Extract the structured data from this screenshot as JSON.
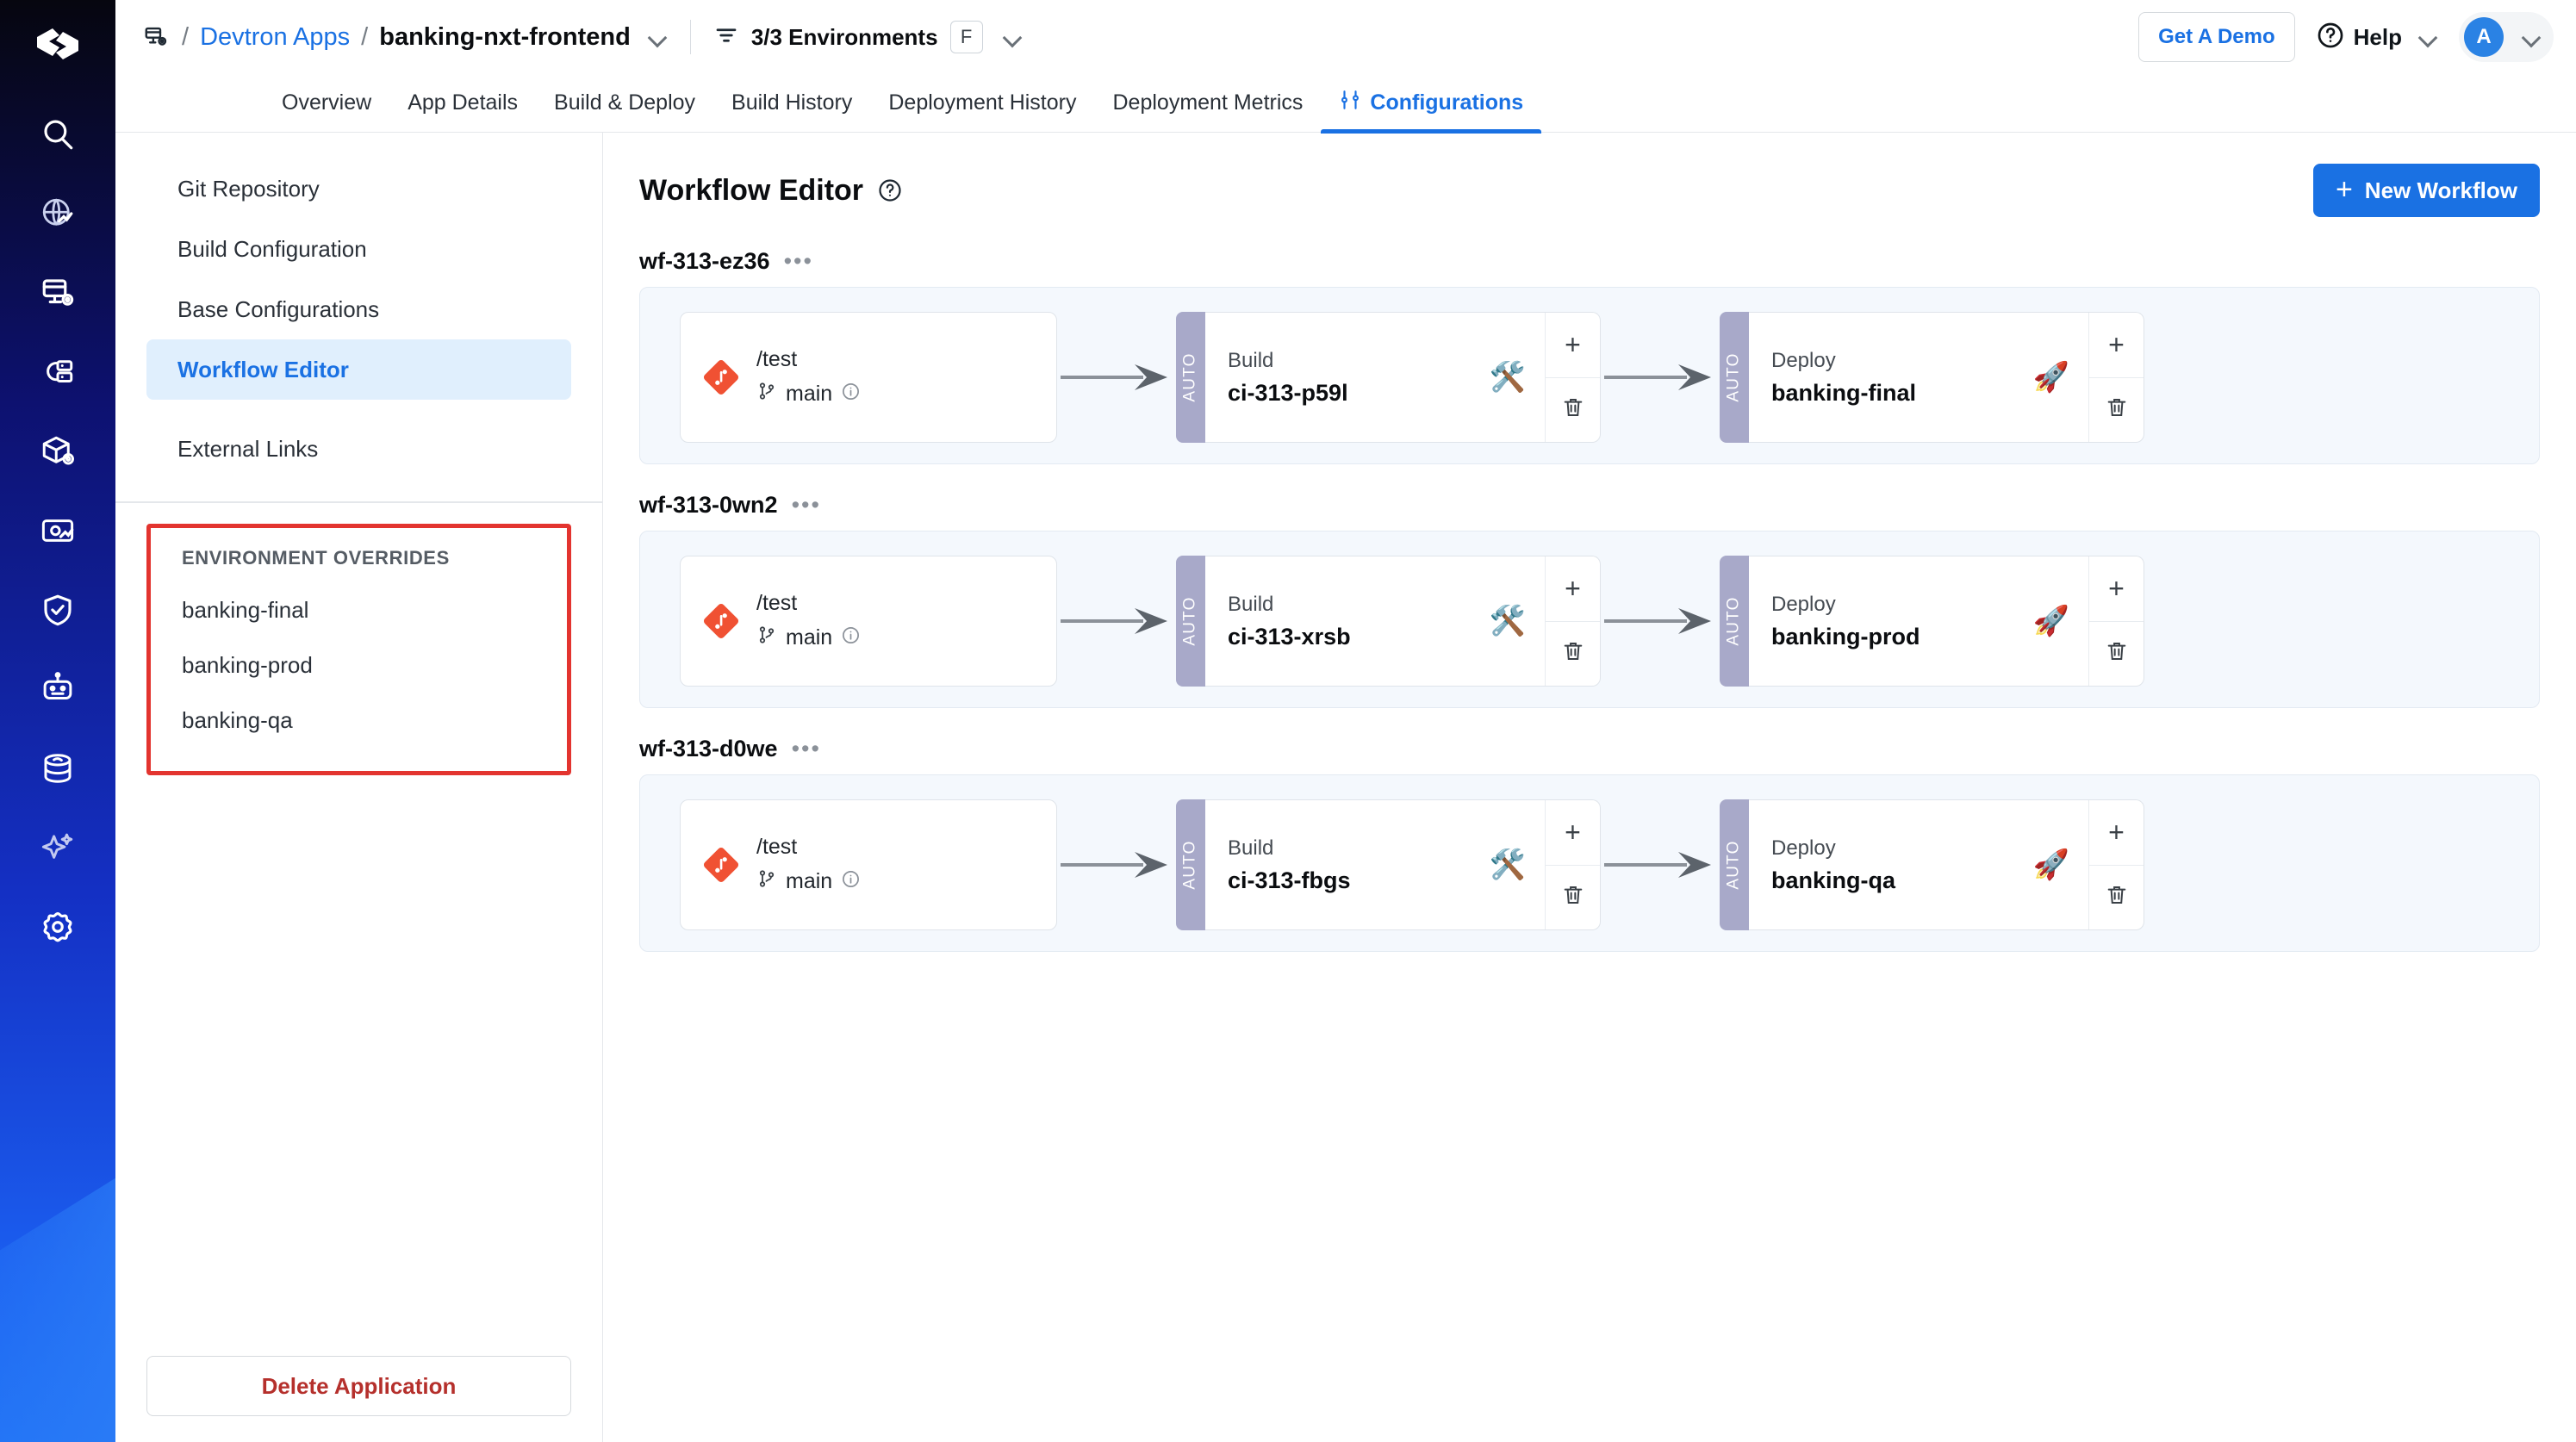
{
  "rail": {
    "logo_icon": "devtron-logo-icon",
    "items": [
      {
        "icon": "search-icon",
        "name": "search"
      },
      {
        "icon": "globe-chart-icon",
        "name": "resource-browser"
      },
      {
        "icon": "server-monitor-icon",
        "name": "applications"
      },
      {
        "icon": "cloud-stack-icon",
        "name": "clusters"
      },
      {
        "icon": "package-box-icon",
        "name": "chart-store"
      },
      {
        "icon": "cost-chart-icon",
        "name": "cost-visibility"
      },
      {
        "icon": "shield-check-icon",
        "name": "security"
      },
      {
        "icon": "robot-icon",
        "name": "automation"
      },
      {
        "icon": "database-icon",
        "name": "database"
      },
      {
        "icon": "sparkle-icon",
        "name": "ai-assistant"
      },
      {
        "icon": "gear-icon",
        "name": "global-configurations"
      }
    ]
  },
  "header": {
    "breadcrumb_icon": "app-monitor-icon",
    "separator": "/",
    "parent_label": "Devtron Apps",
    "app_name": "banking-nxt-frontend",
    "app_chevron_icon": "chevron-down-icon",
    "env_filter_icon": "filter-icon",
    "env_selector_label": "3/3 Environments",
    "env_badge_label": "F",
    "env_chevron_icon": "chevron-down-icon",
    "get_demo_label": "Get A Demo",
    "help_icon": "question-circle-icon",
    "help_label": "Help",
    "help_chevron_icon": "chevron-down-icon",
    "avatar_initial": "A",
    "avatar_chevron_icon": "chevron-down-icon"
  },
  "tabs": [
    {
      "label": "Overview",
      "active": false,
      "icon": null
    },
    {
      "label": "App Details",
      "active": false,
      "icon": null
    },
    {
      "label": "Build & Deploy",
      "active": false,
      "icon": null
    },
    {
      "label": "Build History",
      "active": false,
      "icon": null
    },
    {
      "label": "Deployment History",
      "active": false,
      "icon": null
    },
    {
      "label": "Deployment Metrics",
      "active": false,
      "icon": null
    },
    {
      "label": "Configurations",
      "active": true,
      "icon": "sliders-icon"
    }
  ],
  "sidebar": {
    "items": [
      {
        "label": "Git Repository",
        "active": false
      },
      {
        "label": "Build Configuration",
        "active": false
      },
      {
        "label": "Base Configurations",
        "active": false
      },
      {
        "label": "Workflow Editor",
        "active": true
      }
    ],
    "external_links_label": "External Links",
    "env_overrides": {
      "title": "ENVIRONMENT OVERRIDES",
      "highlight_color": "#e3342f",
      "items": [
        {
          "label": "banking-final"
        },
        {
          "label": "banking-prod"
        },
        {
          "label": "banking-qa"
        }
      ]
    },
    "delete_label": "Delete Application"
  },
  "main": {
    "title": "Workflow Editor",
    "title_help_icon": "question-circle-icon",
    "new_workflow_label": "New Workflow",
    "new_workflow_icon": "plus-icon",
    "new_workflow_color": "#1a71e3",
    "workflows": [
      {
        "name": "wf-313-ez36",
        "menu_icon": "ellipsis-icon",
        "source": {
          "icon": "git-icon",
          "path": "/test",
          "branch_icon": "branch-icon",
          "branch": "main",
          "info_icon": "info-icon"
        },
        "build": {
          "trigger": "AUTO",
          "kind": "Build",
          "id": "ci-313-p59l",
          "emoji": "🛠️",
          "add_icon": "plus-icon",
          "delete_icon": "trash-icon"
        },
        "deploy": {
          "trigger": "AUTO",
          "kind": "Deploy",
          "id": "banking-final",
          "emoji": "🚀",
          "add_icon": "plus-icon",
          "delete_icon": "trash-icon"
        }
      },
      {
        "name": "wf-313-0wn2",
        "menu_icon": "ellipsis-icon",
        "source": {
          "icon": "git-icon",
          "path": "/test",
          "branch_icon": "branch-icon",
          "branch": "main",
          "info_icon": "info-icon"
        },
        "build": {
          "trigger": "AUTO",
          "kind": "Build",
          "id": "ci-313-xrsb",
          "emoji": "🛠️",
          "add_icon": "plus-icon",
          "delete_icon": "trash-icon"
        },
        "deploy": {
          "trigger": "AUTO",
          "kind": "Deploy",
          "id": "banking-prod",
          "emoji": "🚀",
          "add_icon": "plus-icon",
          "delete_icon": "trash-icon"
        }
      },
      {
        "name": "wf-313-d0we",
        "menu_icon": "ellipsis-icon",
        "source": {
          "icon": "git-icon",
          "path": "/test",
          "branch_icon": "branch-icon",
          "branch": "main",
          "info_icon": "info-icon"
        },
        "build": {
          "trigger": "AUTO",
          "kind": "Build",
          "id": "ci-313-fbgs",
          "emoji": "🛠️",
          "add_icon": "plus-icon",
          "delete_icon": "trash-icon"
        },
        "deploy": {
          "trigger": "AUTO",
          "kind": "Deploy",
          "id": "banking-qa",
          "emoji": "🚀",
          "add_icon": "plus-icon",
          "delete_icon": "trash-icon"
        }
      }
    ]
  }
}
